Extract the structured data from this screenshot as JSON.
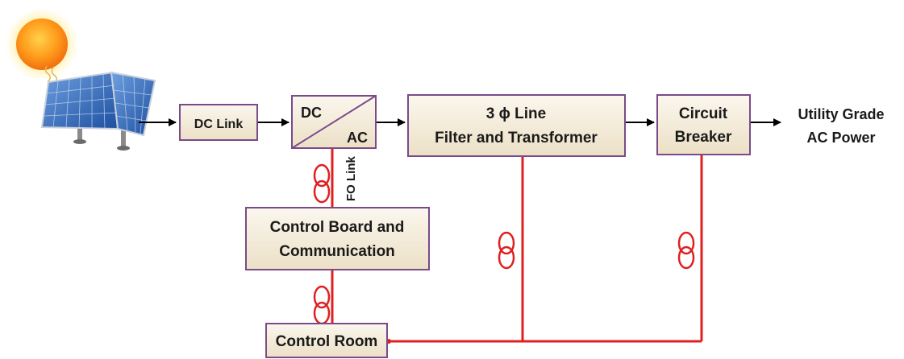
{
  "diagram": {
    "blocks": {
      "dc_link": "DC Link",
      "converter_dc": "DC",
      "converter_ac": "AC",
      "filter_line1": "3 ϕ Line",
      "filter_line2": "Filter and Transformer",
      "breaker_line1": "Circuit",
      "breaker_line2": "Breaker",
      "control_board_line1": "Control Board and",
      "control_board_line2": "Communication",
      "control_room": "Control Room"
    },
    "labels": {
      "fo_link": "FO Link",
      "output_line1": "Utility Grade",
      "output_line2": "AC Power"
    },
    "colors": {
      "block_fill": "#f3ead7",
      "block_border": "#7a4a8a",
      "fiber_link": "#e02020",
      "arrow": "#000000"
    },
    "icons": [
      "sun-icon",
      "solar-panel-icon",
      "fiber-coil-icon"
    ]
  }
}
